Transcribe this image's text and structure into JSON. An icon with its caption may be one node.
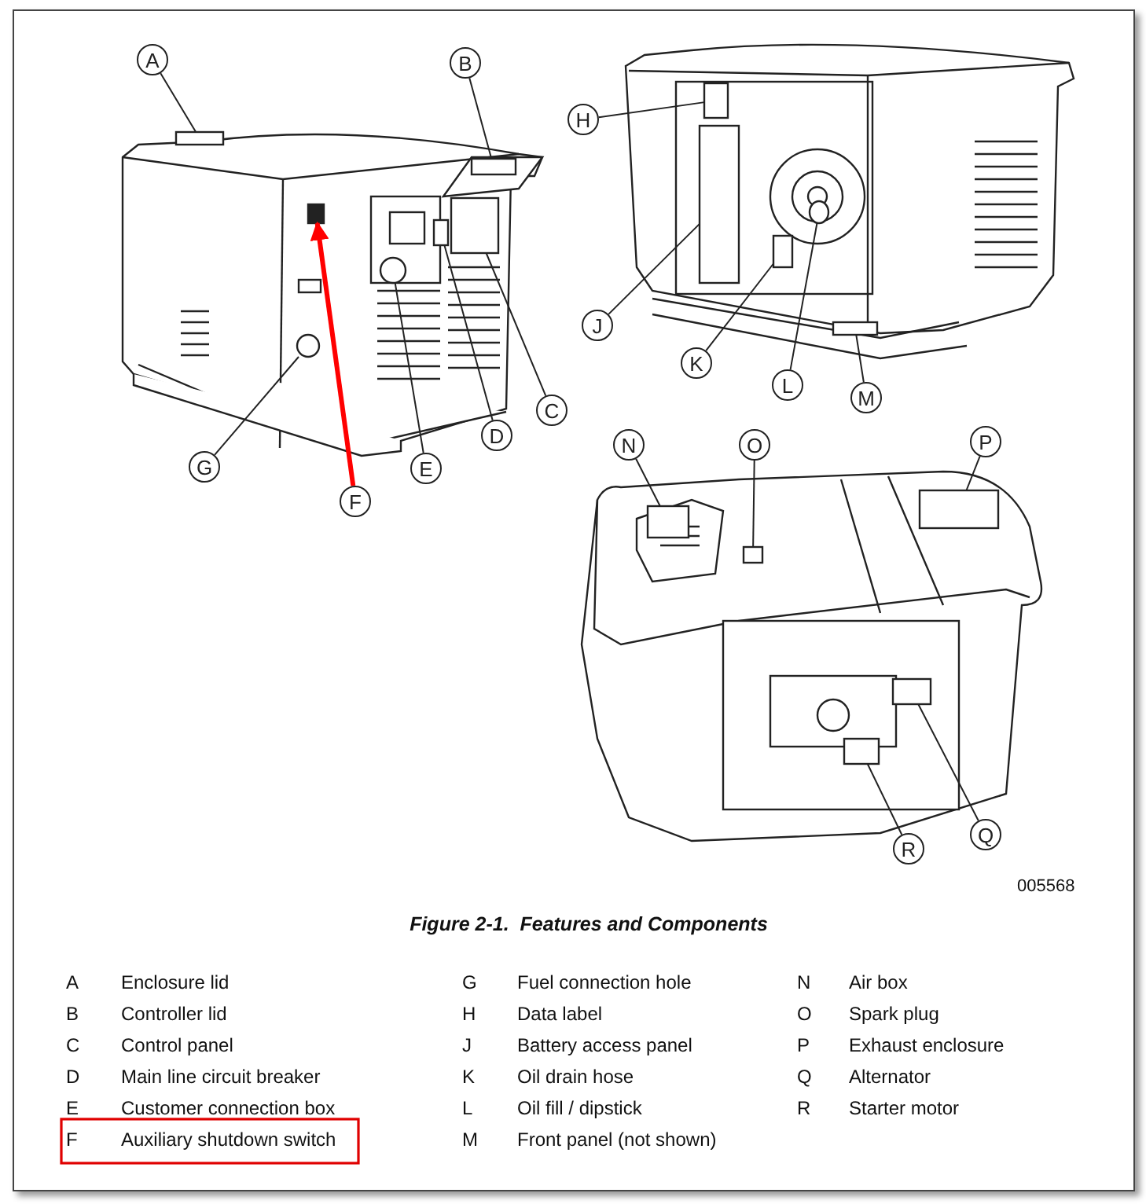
{
  "diagram": {
    "caption": "Figure 2-1.  Features and Components",
    "nodes": [
      {
        "text": [
          "A"
        ]
      },
      {
        "text": [
          "B"
        ]
      },
      {
        "text": [
          "C"
        ]
      },
      {
        "text": [
          "D"
        ]
      },
      {
        "text": [
          "E"
        ]
      },
      {
        "text": [
          "F"
        ]
      },
      {
        "text": [
          "G"
        ]
      },
      {
        "text": [
          "H"
        ]
      },
      {
        "text": [
          "J"
        ]
      },
      {
        "text": [
          "K"
        ]
      },
      {
        "text": [
          "L"
        ]
      },
      {
        "text": [
          "M"
        ]
      },
      {
        "text": [
          "N"
        ]
      },
      {
        "text": [
          "O"
        ]
      },
      {
        "text": [
          "P"
        ]
      },
      {
        "text": [
          "Q"
        ]
      },
      {
        "text": [
          "R"
        ]
      },
      {
        "text": [],
        "shape": "box"
      },
      {
        "text": [],
        "shape": "box"
      },
      {
        "text": [],
        "shape": "box"
      },
      {
        "text": [],
        "shape": "box"
      },
      {
        "text": [],
        "shape": "circle"
      },
      {
        "text": [],
        "shape": "box"
      },
      {
        "text": [],
        "shape": "circle"
      },
      {
        "text": [],
        "shape": "box"
      },
      {
        "text": [],
        "shape": "box"
      },
      {
        "text": [],
        "shape": "box"
      },
      {
        "text": [],
        "shape": "circle"
      },
      {
        "text": [],
        "shape": "box"
      },
      {
        "text": [],
        "shape": "box"
      },
      {
        "text": [],
        "shape": "box"
      },
      {
        "text": [],
        "shape": "box"
      },
      {
        "text": [],
        "shape": "box"
      },
      {
        "text": [],
        "shape": "box"
      }
    ],
    "edges": [
      {
        "from": 0,
        "to": 17,
        "arrow": "none"
      },
      {
        "from": 1,
        "to": 18,
        "arrow": "none"
      },
      {
        "from": 2,
        "to": 19,
        "arrow": "none"
      },
      {
        "from": 3,
        "to": 20,
        "arrow": "none"
      },
      {
        "from": 4,
        "to": 21,
        "arrow": "none"
      },
      {
        "from": 5,
        "to": 22,
        "arrow": "to",
        "style": "thick",
        "color": "#ff0000"
      },
      {
        "from": 6,
        "to": 23,
        "arrow": "none"
      },
      {
        "from": 7,
        "to": 24,
        "arrow": "none"
      },
      {
        "from": 8,
        "to": 25,
        "arrow": "none"
      },
      {
        "from": 9,
        "to": 26,
        "arrow": "none"
      },
      {
        "from": 10,
        "to": 27,
        "arrow": "none"
      },
      {
        "from": 11,
        "to": 28,
        "arrow": "none"
      },
      {
        "from": 12,
        "to": 29,
        "arrow": "none"
      },
      {
        "from": 13,
        "to": 30,
        "arrow": "none"
      },
      {
        "from": 14,
        "to": 31,
        "arrow": "none"
      },
      {
        "from": 15,
        "to": 32,
        "arrow": "none"
      },
      {
        "from": 16,
        "to": 33,
        "arrow": "none"
      }
    ],
    "labels": [
      "005568",
      "A",
      "Enclosure lid",
      "G",
      "Fuel connection hole",
      "N",
      "Air box",
      "B",
      "Controller lid",
      "H",
      "Data label",
      "O",
      "Spark plug",
      "C",
      "Control panel",
      "J",
      "Battery access panel",
      "P",
      "Exhaust enclosure",
      "D",
      "Main line circuit breaker",
      "K",
      "Oil drain hose",
      "Q",
      "Alternator",
      "E",
      "Customer connection box",
      "L",
      "Oil fill / dipstick",
      "R",
      "Starter motor",
      "F",
      "Auxiliary shutdown switch",
      "M",
      "Front panel (not shown)"
    ]
  }
}
